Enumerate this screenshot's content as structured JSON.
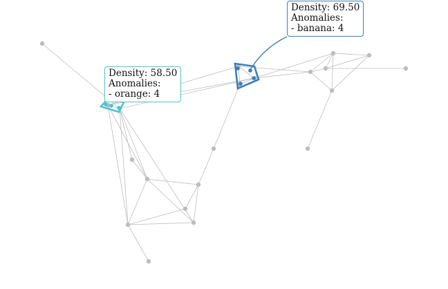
{
  "colors": {
    "edge": "#bdbdbd",
    "node": "#bdbdbd",
    "cluster_blue": "#3a7fb7",
    "cluster_cyan": "#4cc3cf"
  },
  "annotations": [
    {
      "density": "Density: 69.50",
      "anomalies": "Anomalies:",
      "item": "- banana: 4",
      "color": "#3a7fb7"
    },
    {
      "density": "Density: 58.50",
      "anomalies": "Anomalies:",
      "item": "- orange: 4",
      "color": "#4cc3cf"
    }
  ]
}
